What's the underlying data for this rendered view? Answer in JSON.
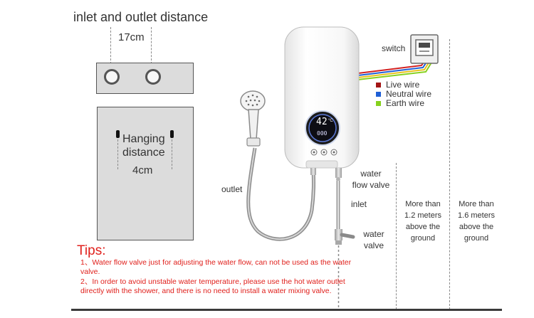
{
  "labels": {
    "inlet_outlet_title": "inlet and outlet distance",
    "inlet_outlet_value": "17cm",
    "hanging_line1": "Hanging",
    "hanging_line2": "distance",
    "hanging_value": "4cm",
    "switch": "switch",
    "outlet": "outlet",
    "inlet": "inlet",
    "water_flow_valve_line1": "water",
    "water_flow_valve_line2": "flow valve",
    "water_valve_line1": "water",
    "water_valve_line2": "valve"
  },
  "display": {
    "temperature": "42",
    "unit": "°C",
    "readout": "000"
  },
  "legend": [
    {
      "label": "Live wire",
      "color": "#a31515"
    },
    {
      "label": "Neutral wire",
      "color": "#1f5fd6"
    },
    {
      "label": "Earth wire",
      "color": "#86d11d"
    }
  ],
  "heights": [
    {
      "line1": "More than",
      "line2": "1.2 meters",
      "line3": "above the",
      "line4": "ground"
    },
    {
      "line1": "More than",
      "line2": "1.6 meters",
      "line3": "above the",
      "line4": "ground"
    }
  ],
  "tips": {
    "title": "Tips:",
    "items": [
      "1、Water flow valve just for adjusting the water flow, can not be used as the water valve.",
      "2、In order to avoid unstable water temperature, please use the hot water outlet directly with the shower, and there is no need to install a water mixing valve."
    ]
  }
}
